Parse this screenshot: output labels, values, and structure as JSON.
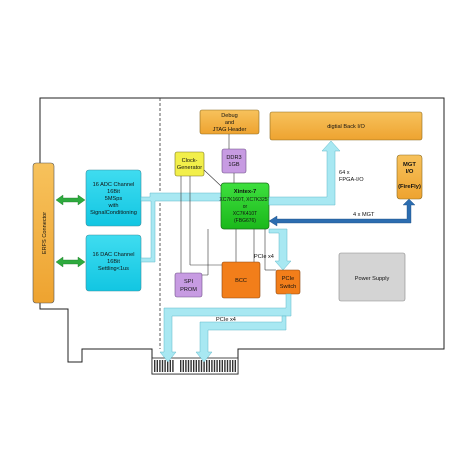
{
  "diagram": {
    "blocks": {
      "erfs_connector": "ERFS Connector",
      "adc": [
        "16 ADC Channel",
        "16Bit",
        "5MSps",
        "with",
        "SignalConditioning"
      ],
      "dac": [
        "16 DAC Channel",
        "16Bit",
        "Settling<1us"
      ],
      "debug_jtag": [
        "Debug",
        "and",
        "JTAG Header"
      ],
      "digital_back_io": "digtial Back I/O",
      "clock_generator": [
        "Clock-",
        "Generator"
      ],
      "ddr3": [
        "DDR3",
        "1GB"
      ],
      "fpga_title": "Xintex-7",
      "fpga_parts": [
        "XC7K160T, XC7K325T",
        "or",
        "XC7K410T",
        "(FBG676)"
      ],
      "mgt_io": [
        "MGT",
        "I/O",
        "",
        "(FireFly)"
      ],
      "spi_prom": [
        "SPI",
        "PROM"
      ],
      "bcc": "BCC",
      "pcie_switch": [
        "PCIe",
        "Switch"
      ],
      "power_supply": "Power Supply"
    },
    "links": {
      "fpga_io": [
        "64 x",
        "FPGA-I/O"
      ],
      "mgt": "4 x MGT",
      "pcie_upper": "PCIe x4",
      "pcie_lower": "PCIe x4"
    },
    "colors": {
      "orange": "#f5b041",
      "cyan": "#1fd3ec",
      "green": "#22cc22",
      "yellow": "#f2ef4a",
      "purple": "#c79be2",
      "dark_orange": "#f27e1a",
      "arrow_cyan": "#a8e8f2",
      "arrow_green": "#2eaa3e",
      "arrow_blue": "#2c6db0",
      "gray": "#d4d4d4"
    }
  }
}
